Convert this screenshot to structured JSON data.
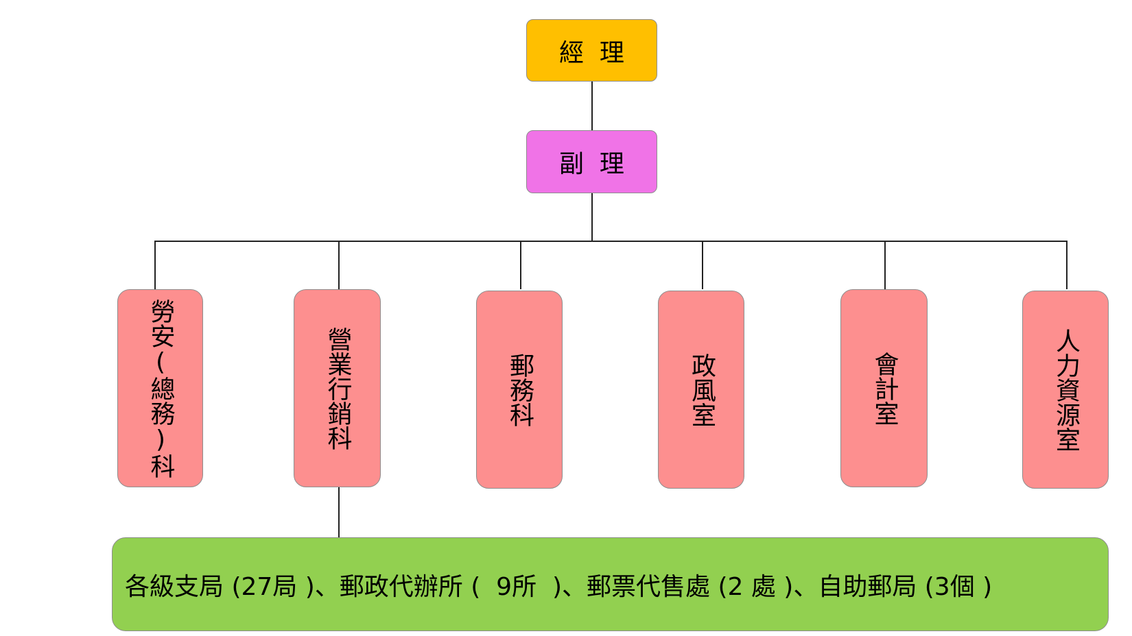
{
  "colors": {
    "manager": "#ffbf00",
    "deputy": "#f073e7",
    "department": "#fd8f8f",
    "branches": "#92d050",
    "line": "#222222",
    "border": "#8d8d8d"
  },
  "manager": {
    "label": "經  理"
  },
  "deputy": {
    "label": "副  理"
  },
  "departments": [
    {
      "label": "勞安(總務)科"
    },
    {
      "label": "營業行銷科"
    },
    {
      "label": "郵務科"
    },
    {
      "label": "政風室"
    },
    {
      "label": "會計室"
    },
    {
      "label": "人力資源室"
    }
  ],
  "branches": {
    "label": "各級支局 (27局 )、郵政代辦所 (  9所  )、郵票代售處 (2 處 )、自助郵局 (3個 )"
  }
}
